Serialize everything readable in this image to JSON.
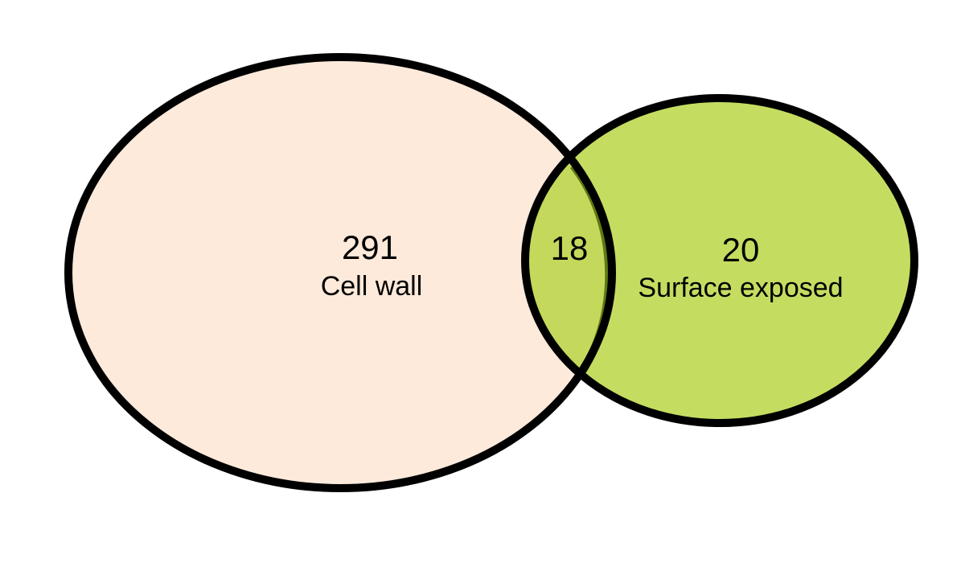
{
  "diagram": {
    "type": "venn",
    "sets": [
      {
        "id": "left",
        "label": "Cell wall",
        "count": "291",
        "fill": "#fdeadb",
        "stroke": "#000000"
      },
      {
        "id": "right",
        "label": "Surface exposed",
        "count": "20",
        "fill": "#b7d63e",
        "stroke": "#000000"
      }
    ],
    "intersection": {
      "count": "18",
      "stroke": "#5a7410"
    }
  }
}
